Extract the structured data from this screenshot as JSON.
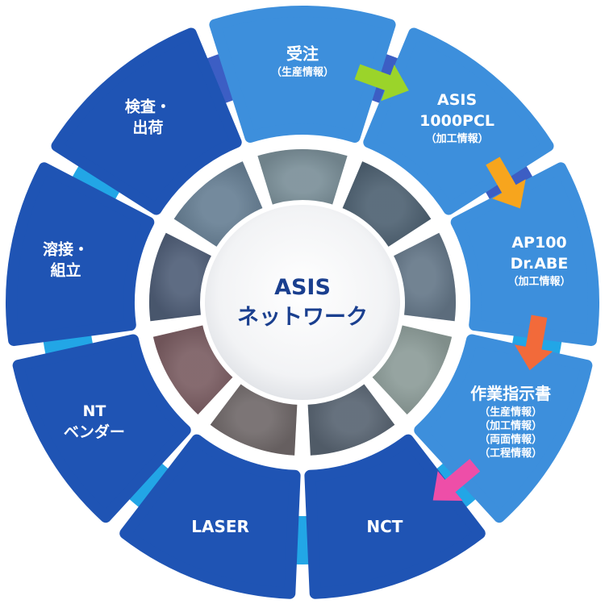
{
  "center": {
    "line1": "ASIS",
    "line2": "ネットワーク"
  },
  "colors": {
    "light_segment": "#3d8fdc",
    "dark_segment": "#1f54b4",
    "connector_light": "#22a6e6",
    "connector_dark": "#3c5ec4",
    "arrow_green": "#9bd42a",
    "arrow_orange": "#f7a51d",
    "arrow_red": "#f26a3a",
    "arrow_pink": "#ee4ea8",
    "center_text": "#1a3f8f"
  },
  "segments": [
    {
      "id": "juchu",
      "lines": [
        "受注"
      ],
      "sub": [
        "（生産情報）"
      ],
      "tone": "light"
    },
    {
      "id": "asis1000",
      "lines": [
        "ASIS",
        "1000PCL"
      ],
      "sub": [
        "（加工情報）"
      ],
      "tone": "light"
    },
    {
      "id": "ap100",
      "lines": [
        "AP100",
        "Dr.ABE"
      ],
      "sub": [
        "（加工情報）"
      ],
      "tone": "light"
    },
    {
      "id": "sagyo",
      "lines": [
        "作業指示書"
      ],
      "sub": [
        "（生産情報）",
        "（加工情報）",
        "（両面情報）",
        "（工程情報）"
      ],
      "tone": "light"
    },
    {
      "id": "nct",
      "lines": [
        "NCT"
      ],
      "sub": [],
      "tone": "dark"
    },
    {
      "id": "laser",
      "lines": [
        "LASER"
      ],
      "sub": [],
      "tone": "dark"
    },
    {
      "id": "bender",
      "lines": [
        "NT",
        "ベンダー"
      ],
      "sub": [],
      "tone": "dark"
    },
    {
      "id": "yosetsu",
      "lines": [
        "溶接・",
        "組立"
      ],
      "sub": [],
      "tone": "dark"
    },
    {
      "id": "kensa",
      "lines": [
        "検査・",
        "出荷"
      ],
      "sub": [],
      "tone": "dark"
    }
  ],
  "arrows": [
    {
      "id": "arrow-1",
      "color": "arrow_green"
    },
    {
      "id": "arrow-2",
      "color": "arrow_orange"
    },
    {
      "id": "arrow-3",
      "color": "arrow_red"
    },
    {
      "id": "arrow-4",
      "color": "arrow_pink"
    }
  ],
  "photo_icons": [
    "office-workers-photo",
    "computer-operator-photo",
    "cad-monitor-photo",
    "factory-floor-photo",
    "nct-machine-photo",
    "laser-cutting-photo",
    "press-brake-photo",
    "welding-photo",
    "inspection-photo"
  ]
}
